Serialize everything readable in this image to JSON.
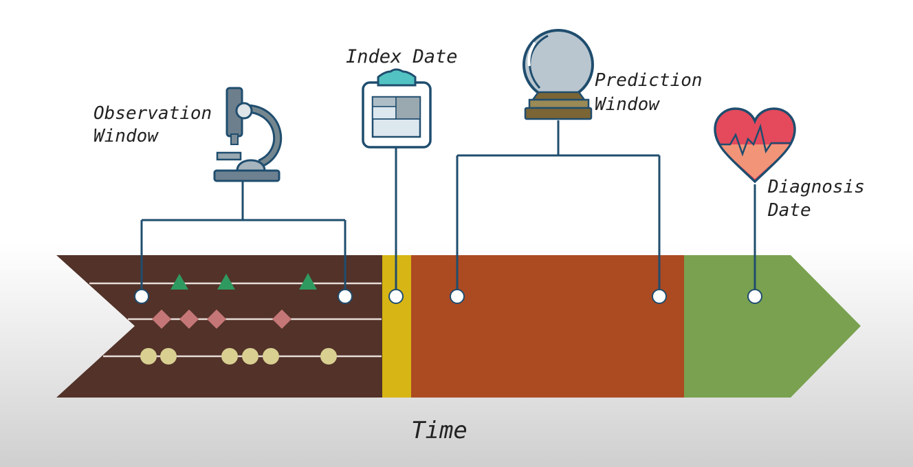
{
  "labels": {
    "observation_line1": "Observation",
    "observation_line2": "Window",
    "index_date": "Index Date",
    "prediction_line1": "Prediction",
    "prediction_line2": "Window",
    "diagnosis_line1": "Diagnosis",
    "diagnosis_line2": "Date",
    "time": "Time"
  },
  "icons": {
    "observation": "microscope-icon",
    "index": "clipboard-icon",
    "prediction": "crystal-ball-icon",
    "diagnosis": "heart-icon"
  },
  "colors": {
    "observation_segment": "#523229",
    "index_segment": "#d7b514",
    "prediction_segment": "#ac4a22",
    "diagnosis_segment": "#79a14f",
    "connector": "#1f4d6e",
    "triangle_marker": "#2f9a5f",
    "diamond_marker": "#c57777",
    "circle_marker": "#d8cf91"
  }
}
